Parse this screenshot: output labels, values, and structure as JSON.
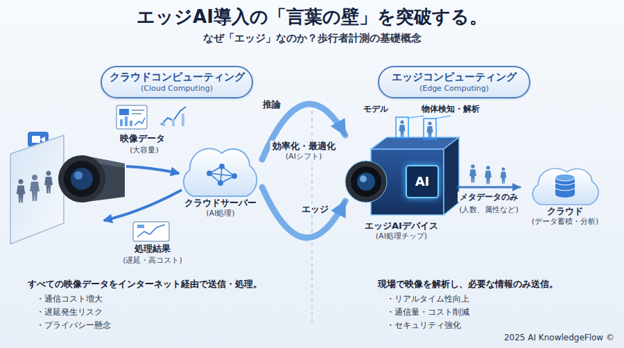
{
  "diagram": {
    "title": "エッジAI導入の「言葉の壁」を突破する。",
    "nodes": [
      {
        "text": [
          "クラウドコンピューティング",
          "(Cloud Computing)"
        ]
      },
      {
        "text": [
          "エッジコンピューティング",
          "(Edge Computing)"
        ]
      },
      {
        "text": [
          "クラウドサーバー",
          "(AI処理)"
        ]
      },
      {
        "text": [
          "エッジAIデバイス",
          "(AI処理チップ)"
        ]
      },
      {
        "text": [
          "AI"
        ],
        "in": 3
      },
      {
        "text": [
          "クラウド",
          "(データ蓄積・分析)"
        ]
      }
    ],
    "edges": [
      {
        "from": 2,
        "to": 3,
        "label": "効率化・最適化",
        "arrow": "to"
      },
      {
        "from": 2,
        "to": 3,
        "label": "エッジ",
        "arrow": "to"
      },
      {
        "from": 3,
        "to": 5,
        "label": "メタデータのみ",
        "arrow": "to"
      }
    ],
    "labels": [
      "なぜ「エッジ」なのか？歩行者計測の基礎概念",
      "映像データ",
      "(大容量)",
      "処理結果",
      "(遅延・高コスト)",
      "推論",
      "(AIシフト)",
      "モデル",
      "物体検知・解析",
      "(人数、属性など)",
      "すべての映像データをインターネット経由で送信・処理。",
      "・通信コスト増大",
      "・遅延発生リスク",
      "・プライバシー懸念",
      "現場で映像を解析し、必要な情報のみ送信。",
      "・リアルタイム性向上",
      "・通信量・コスト削減",
      "・セキュリティ強化",
      "2025 AI KnowledgeFlow ©"
    ]
  }
}
